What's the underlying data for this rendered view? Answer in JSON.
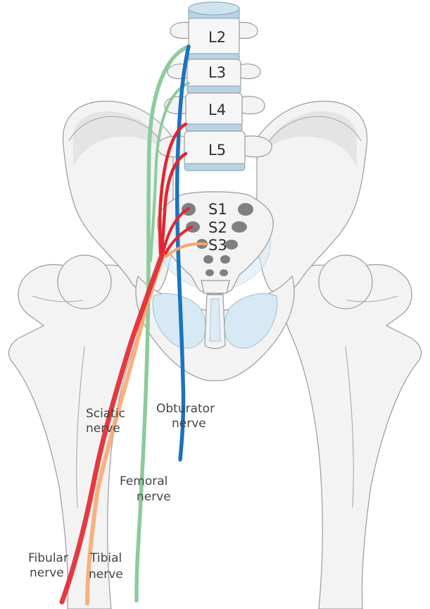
{
  "vertebrae": [
    "L2",
    "L3",
    "L4",
    "L5"
  ],
  "sacral": [
    "S1",
    "S2",
    "S3"
  ],
  "labels": {
    "sciatic": [
      "Sciatic",
      "nerve"
    ],
    "obturator": [
      "Obturator",
      "nerve"
    ],
    "femoral": [
      "Femoral",
      "nerve"
    ],
    "fibular": [
      "Fibular",
      "nerve"
    ],
    "tibial": [
      "Tibial",
      "nerve"
    ]
  },
  "colors": {
    "sciatic": "#e3252f",
    "tibial": "#f7a56b",
    "femoral": "#8ccb9c",
    "obturator": "#1c73bd",
    "bone": "#f3f3f3",
    "disc": "#b9d3e2"
  }
}
